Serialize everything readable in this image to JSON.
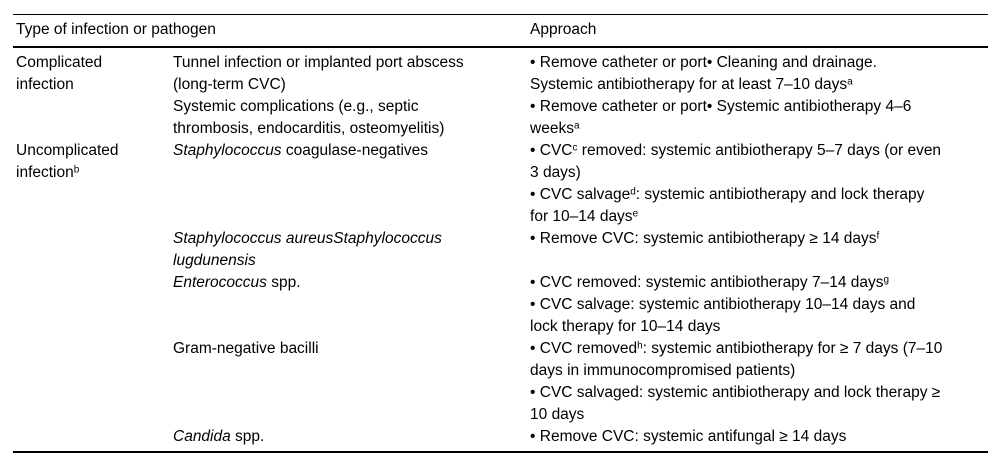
{
  "colors": {
    "text": "#000000",
    "rule": "#000000",
    "background": "#ffffff"
  },
  "table": {
    "header": {
      "col_infection": "Type of infection or pathogen",
      "col_approach": "Approach"
    },
    "rows": [
      {
        "category": [
          [
            {
              "t": "Complicated"
            }
          ],
          [
            {
              "t": "infection"
            }
          ]
        ],
        "pathogen": [
          [
            {
              "t": "Tunnel infection or implanted port abscess"
            }
          ],
          [
            {
              "t": "(long-term CVC)"
            }
          ]
        ],
        "approach": [
          [
            {
              "t": "• Remove catheter or port• Cleaning and drainage."
            }
          ],
          [
            {
              "t": "Systemic antibiotherapy for at least 7–10 days"
            },
            {
              "t": "a",
              "s": true
            }
          ]
        ]
      },
      {
        "category": [],
        "pathogen": [
          [
            {
              "t": "Systemic complications (e.g., septic"
            }
          ],
          [
            {
              "t": "thrombosis, endocarditis, osteomyelitis)"
            }
          ]
        ],
        "approach": [
          [
            {
              "t": "• Remove catheter or port• Systemic antibiotherapy 4–6"
            }
          ],
          [
            {
              "t": "weeks"
            },
            {
              "t": "a",
              "s": true
            }
          ]
        ]
      },
      {
        "category": [
          [
            {
              "t": "Uncomplicated"
            }
          ],
          [
            {
              "t": "infection"
            },
            {
              "t": "b",
              "s": true
            }
          ]
        ],
        "pathogen": [
          [
            {
              "t": "Staphylococcus",
              "i": true
            },
            {
              "t": " coagulase-negatives"
            }
          ]
        ],
        "approach": [
          [
            {
              "t": "• CVC"
            },
            {
              "t": "c",
              "s": true
            },
            {
              "t": " removed: systemic antibiotherapy 5–7 days (or even"
            }
          ],
          [
            {
              "t": "3 days)"
            }
          ],
          [
            {
              "t": "• CVC salvage"
            },
            {
              "t": "d",
              "s": true
            },
            {
              "t": ": systemic antibiotherapy and lock therapy"
            }
          ],
          [
            {
              "t": "for 10–14 days"
            },
            {
              "t": "e",
              "s": true
            }
          ]
        ]
      },
      {
        "category": [],
        "pathogen": [
          [
            {
              "t": "Staphylococcus aureusStaphylococcus",
              "i": true
            }
          ],
          [
            {
              "t": "lugdunensis",
              "i": true
            }
          ]
        ],
        "approach": [
          [
            {
              "t": "• Remove CVC: systemic antibiotherapy ≥ 14 days"
            },
            {
              "t": "f",
              "s": true
            }
          ]
        ]
      },
      {
        "category": [],
        "pathogen": [
          [
            {
              "t": "Enterococcus",
              "i": true
            },
            {
              "t": " spp."
            }
          ]
        ],
        "approach": [
          [
            {
              "t": "• CVC removed: systemic antibiotherapy 7–14 days"
            },
            {
              "t": "g",
              "s": true
            }
          ],
          [
            {
              "t": "• CVC salvage: systemic antibiotherapy 10–14 days and"
            }
          ],
          [
            {
              "t": "lock therapy for 10–14 days"
            }
          ]
        ]
      },
      {
        "category": [],
        "pathogen": [
          [
            {
              "t": "Gram-negative bacilli"
            }
          ]
        ],
        "approach": [
          [
            {
              "t": "• CVC removed"
            },
            {
              "t": "h",
              "s": true
            },
            {
              "t": ": systemic antibiotherapy for ≥ 7 days (7–10"
            }
          ],
          [
            {
              "t": "days in immunocompromised patients)"
            }
          ],
          [
            {
              "t": "• CVC salvaged: systemic antibiotherapy and lock therapy ≥"
            }
          ],
          [
            {
              "t": "10 days"
            }
          ]
        ]
      },
      {
        "category": [],
        "pathogen": [
          [
            {
              "t": "Candida",
              "i": true
            },
            {
              "t": " spp."
            }
          ]
        ],
        "approach": [
          [
            {
              "t": "• Remove CVC: systemic antifungal ≥ 14 days"
            }
          ]
        ]
      }
    ]
  }
}
